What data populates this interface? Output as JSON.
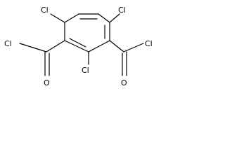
{
  "molecule": {
    "atoms": {
      "cl_top_left": "Cl",
      "cl_top_right": "Cl",
      "cl_acyl_left": "Cl",
      "cl_middle": "Cl",
      "cl_acyl_right": "Cl",
      "o_left": "O",
      "o_right": "O"
    }
  }
}
